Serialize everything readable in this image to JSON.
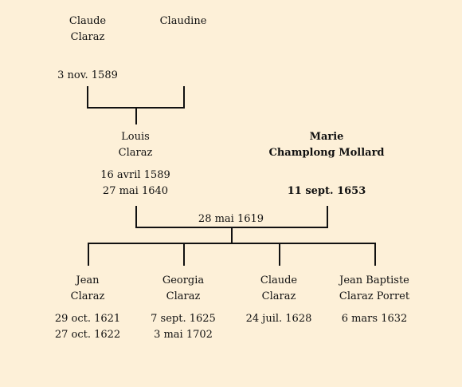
{
  "grandparents": {
    "father": {
      "first": "Claude",
      "last": "Claraz",
      "date": "3 nov. 1589"
    },
    "mother": {
      "first": "Claudine"
    }
  },
  "parents": {
    "father": {
      "first": "Louis",
      "last": "Claraz",
      "birth": "16 avril 1589",
      "death": "27 mai 1640"
    },
    "mother": {
      "first": "Marie",
      "last": "Champlong Mollard",
      "death": "11 sept. 1653"
    },
    "marriage": "28 mai 1619"
  },
  "children": [
    {
      "first": "Jean",
      "last": "Claraz",
      "birth": "29 oct. 1621",
      "death": "27 oct. 1622"
    },
    {
      "first": "Georgia",
      "last": "Claraz",
      "birth": "7 sept. 1625",
      "death": "3 mai 1702"
    },
    {
      "first": "Claude",
      "last": "Claraz",
      "birth": "24 juil. 1628",
      "death": ""
    },
    {
      "first": "Jean Baptiste",
      "last": "Claraz Porret",
      "birth": "6 mars 1632",
      "death": ""
    }
  ],
  "colors": {
    "background": "#fdf0d8",
    "line": "#111111"
  }
}
